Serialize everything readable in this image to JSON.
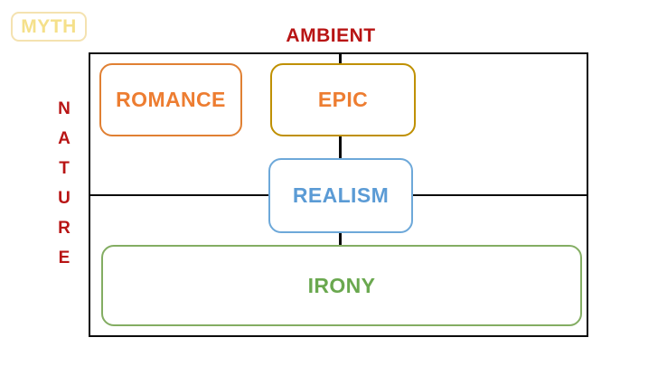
{
  "diagram": {
    "axes": {
      "top_label": "AMBIENT",
      "left_label": "NATURE",
      "left_letters": [
        "N",
        "A",
        "T",
        "U",
        "R",
        "E"
      ],
      "top_label_color": "#b81414",
      "left_label_color": "#b81414"
    },
    "legend": {
      "myth_label": "MYTH",
      "myth_border_color": "#f4e2b0",
      "myth_text_color": "#f5e08a"
    },
    "frame": {
      "border_color": "#0b0b0b",
      "divider_color": "#0b0b0b"
    },
    "boxes": [
      {
        "key": "romance",
        "label": "ROMANCE",
        "border_color": "#e08033",
        "text_color": "#ed7d31"
      },
      {
        "key": "epic",
        "label": "EPIC",
        "border_color": "#bf9000",
        "text_color": "#ed7d31"
      },
      {
        "key": "realism",
        "label": "REALISM",
        "border_color": "#6da8d9",
        "text_color": "#5b9bd5"
      },
      {
        "key": "irony",
        "label": "IRONY",
        "border_color": "#83ad62",
        "text_color": "#6aa84f"
      }
    ]
  }
}
